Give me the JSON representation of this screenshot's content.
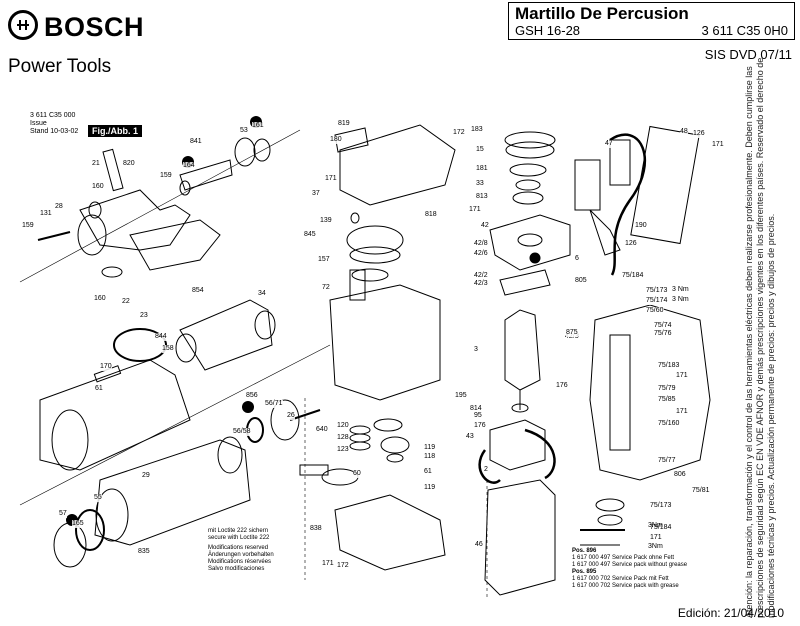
{
  "header": {
    "brand": "BOSCH",
    "product_line": "Power Tools",
    "title": "Martillo De Percusion",
    "model": "GSH 16-28",
    "part_number": "3 611 C35 0H0",
    "sis": "SIS DVD 07/11"
  },
  "drawing_meta": {
    "code": "3 611 C35 000",
    "issue": "Issue",
    "stand": "Stand",
    "date": "10-03-02",
    "fig_tag": "Fig./Abb. 1"
  },
  "parts": {
    "left_group": [
      "21",
      "53",
      "161",
      "841",
      "820",
      "164",
      "159",
      "160",
      "28",
      "131",
      "159",
      "160",
      "22",
      "23",
      "854",
      "34",
      "844",
      "158",
      "170",
      "61",
      "56/58",
      "56/71",
      "856",
      "26",
      "29",
      "57",
      "55",
      "835",
      "165"
    ],
    "middle_group": [
      "819",
      "180",
      "172",
      "171",
      "37",
      "818",
      "139",
      "845",
      "157",
      "72",
      "195",
      "640",
      "120",
      "128",
      "123",
      "119",
      "118",
      "61",
      "119",
      "60",
      "838",
      "172",
      "171"
    ],
    "right_group": [
      "183",
      "15",
      "181",
      "33",
      "813",
      "171",
      "42",
      "42/8",
      "42/6",
      "42/2",
      "42/3",
      "42/3",
      "3",
      "176",
      "814",
      "95",
      "176",
      "43",
      "2",
      "46",
      "47",
      "48",
      "126",
      "171",
      "190",
      "126",
      "6",
      "805",
      "75/184",
      "75/173",
      "75/174",
      "875",
      "75/74",
      "75/76",
      "75/60",
      "75/183",
      "171",
      "75/79",
      "75/85",
      "171",
      "75/160",
      "75/77",
      "806",
      "75/81",
      "75/173",
      "75/184",
      "171"
    ]
  },
  "notes": {
    "loctite_1": "mit Loctite 222 sichern",
    "loctite_2": "secure with Loctite 222",
    "mod_1": "Modifications reserved",
    "mod_2": "Änderungen vorbehalten",
    "mod_3": "Modifications réservées",
    "mod_4": "Salvo modificaciones",
    "pos896_label": "Pos. 896",
    "pos896_a": "1 617 000 497 Service Pack ohne Fett",
    "pos896_b": "1 617 000 497 Service pack without grease",
    "pos895_label": "Pos. 895",
    "pos895_a": "1 617 000 702 Service Pack mit Fett",
    "pos895_b": "1 617 000 702 Service pack with grease",
    "torque_1": "3 Nm",
    "torque_2": "3 Nm",
    "torque_3": "3Nm",
    "torque_4": "3Nm"
  },
  "side_note": "Atención: la reparación, transformación y el control de las herramientas eléctricas deben realizarse profesionalmente. Deben cumplirse las prescripciones de seguridad según EC EN VDE AFNOR y demás prescripciones vigentes en los diferentes países. Reservado el derecho de modificaciones técnicas y precios. Actualización permanente de precios: precios y dibujos de precios.",
  "footer": {
    "edition": "Edición: 21/04/2010"
  }
}
